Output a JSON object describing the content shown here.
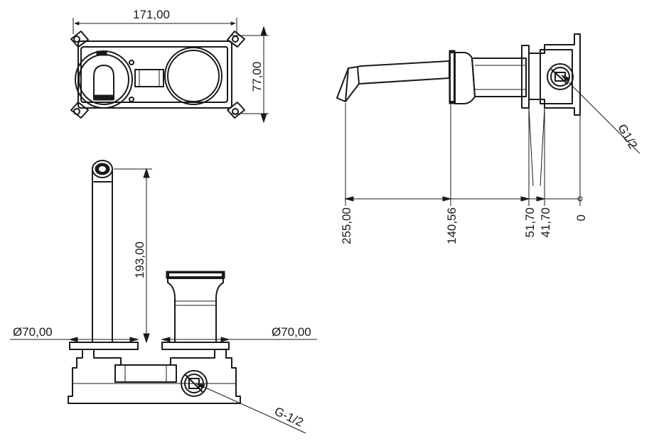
{
  "front_view": {
    "width_dim": "171,00",
    "height_dim": "77,00"
  },
  "side_view": {
    "thread_label": "G1/2",
    "dims": [
      "255,00",
      "140,56",
      "51,70",
      "41,70",
      "0"
    ]
  },
  "elevation_view": {
    "spout_height_dim": "193,00",
    "left_plate_dia": "Ø70,00",
    "right_plate_dia": "Ø70,00",
    "thread_label": "G-1/2"
  }
}
